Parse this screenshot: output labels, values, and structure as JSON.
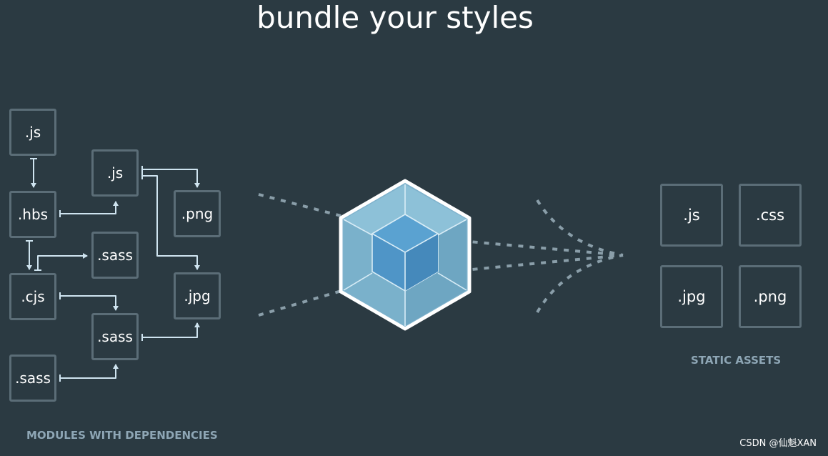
{
  "title": "bundle your styles",
  "modules": {
    "caption": "MODULES WITH DEPENDENCIES",
    "nodes": [
      {
        "id": "js1",
        "label": ".js"
      },
      {
        "id": "hbs",
        "label": ".hbs"
      },
      {
        "id": "cjs",
        "label": ".cjs"
      },
      {
        "id": "sass3",
        "label": ".sass"
      },
      {
        "id": "js2",
        "label": ".js"
      },
      {
        "id": "sass1",
        "label": ".sass"
      },
      {
        "id": "sass2",
        "label": ".sass"
      },
      {
        "id": "png",
        "label": ".png"
      },
      {
        "id": "jpg",
        "label": ".jpg"
      }
    ]
  },
  "assets": {
    "caption": "STATIC ASSETS",
    "items": [
      {
        "label": ".js"
      },
      {
        "label": ".css"
      },
      {
        "label": ".jpg"
      },
      {
        "label": ".png"
      }
    ]
  },
  "colors": {
    "background": "#2b3a42",
    "box_border": "#5b6d77",
    "arrow": "#cfe4f0",
    "dash": "#8a9ea9",
    "cube_outer": "#8ed6fb",
    "cube_inner": "#1c78c0",
    "caption": "#8ea6b5"
  },
  "watermark": "CSDN @仙魁XAN"
}
